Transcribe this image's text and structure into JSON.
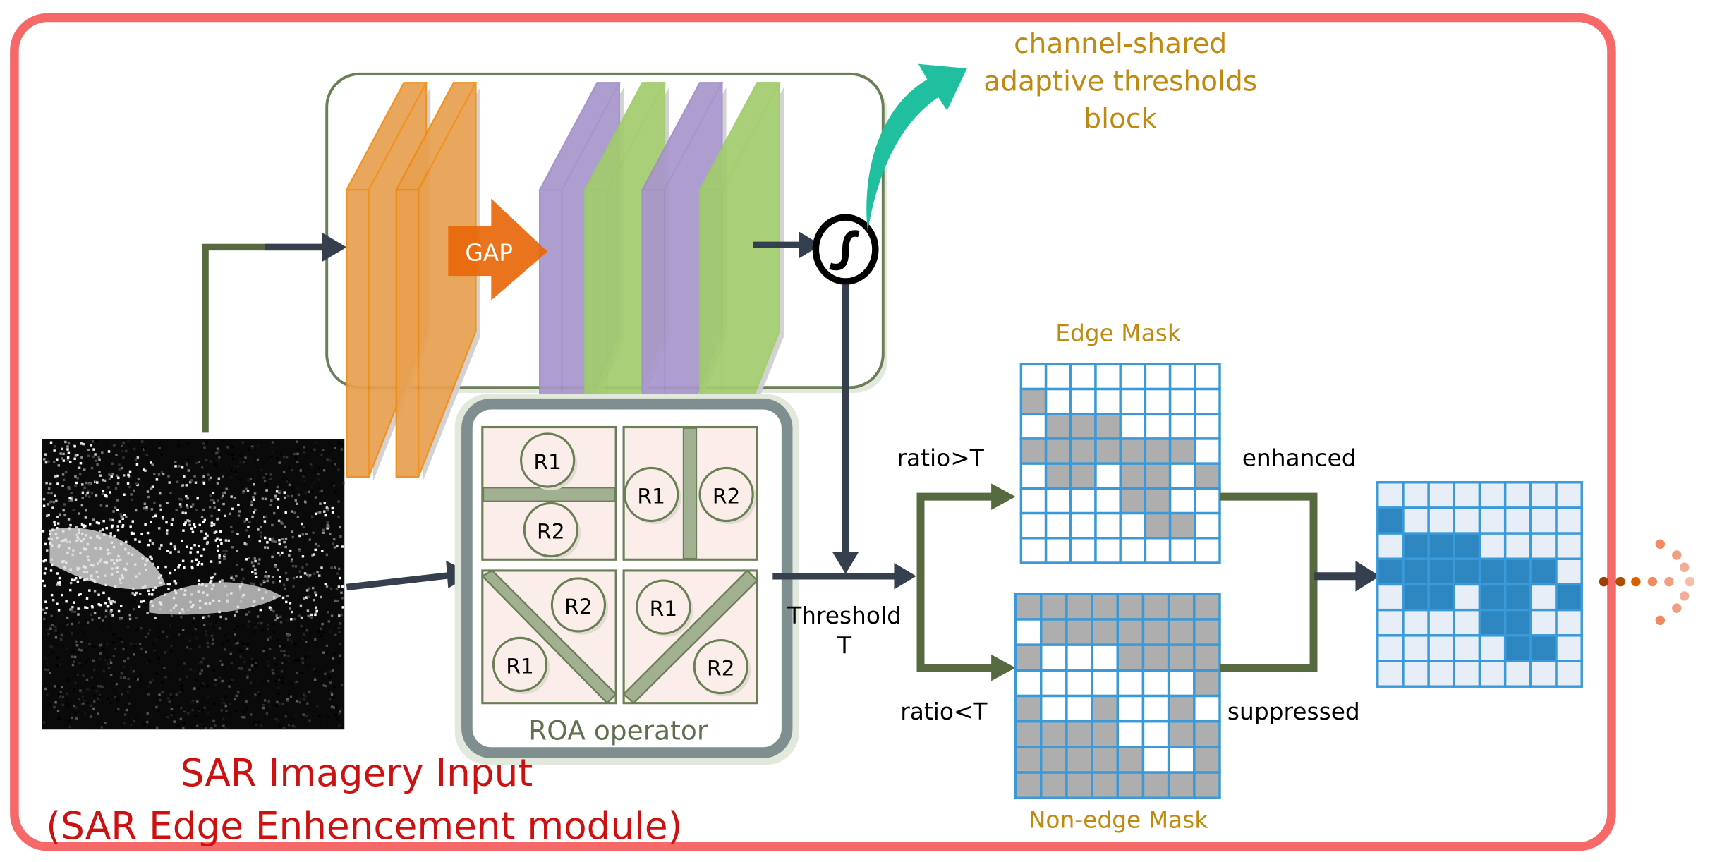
{
  "top_block": {
    "gap_label": "GAP",
    "callout_lines": [
      "channel-shared",
      "adaptive thresholds",
      "block"
    ]
  },
  "roa": {
    "label": "ROA operator",
    "regions": {
      "r1": "R1",
      "r2": "R2"
    }
  },
  "threshold": {
    "line1": "Threshold",
    "line2": "T"
  },
  "branches": {
    "upper_condition": "ratio>T",
    "lower_condition": "ratio<T",
    "upper_result": "enhanced",
    "lower_result": "suppressed"
  },
  "edge_mask": {
    "title": "Edge Mask",
    "cells": [
      "00000000",
      "10000000",
      "01110000",
      "11111110",
      "01101101",
      "00001100",
      "00000110",
      "00000000"
    ]
  },
  "non_edge_mask": {
    "title": "Non-edge Mask",
    "cells": [
      "11111111",
      "01111111",
      "10001111",
      "00000001",
      "10010010",
      "11110011",
      "11111001",
      "11111111"
    ]
  },
  "output_map": {
    "cells": [
      "00000000",
      "10000000",
      "01110000",
      "11111110",
      "01101101",
      "00001100",
      "00000110",
      "00000000"
    ]
  },
  "module": {
    "title": "SAR Imagery Input",
    "subtitle": "(SAR Edge Enhencement module)"
  },
  "colors": {
    "frame": "#f76868",
    "caption_red": "#cc1111",
    "callout_gold": "#c08a10",
    "arrow_dark": "#353f4e",
    "arrow_green": "#56693f",
    "grid_line": "#3a9ad9",
    "mask_gray": "#aeaeae",
    "output_dark": "#2e86c1",
    "output_light": "#e8eef8",
    "orange": "#e8a050",
    "purple": "#a896cc",
    "green": "#a2cc6e",
    "gap_orange": "#e8680a",
    "teal": "#1fbf9f"
  }
}
